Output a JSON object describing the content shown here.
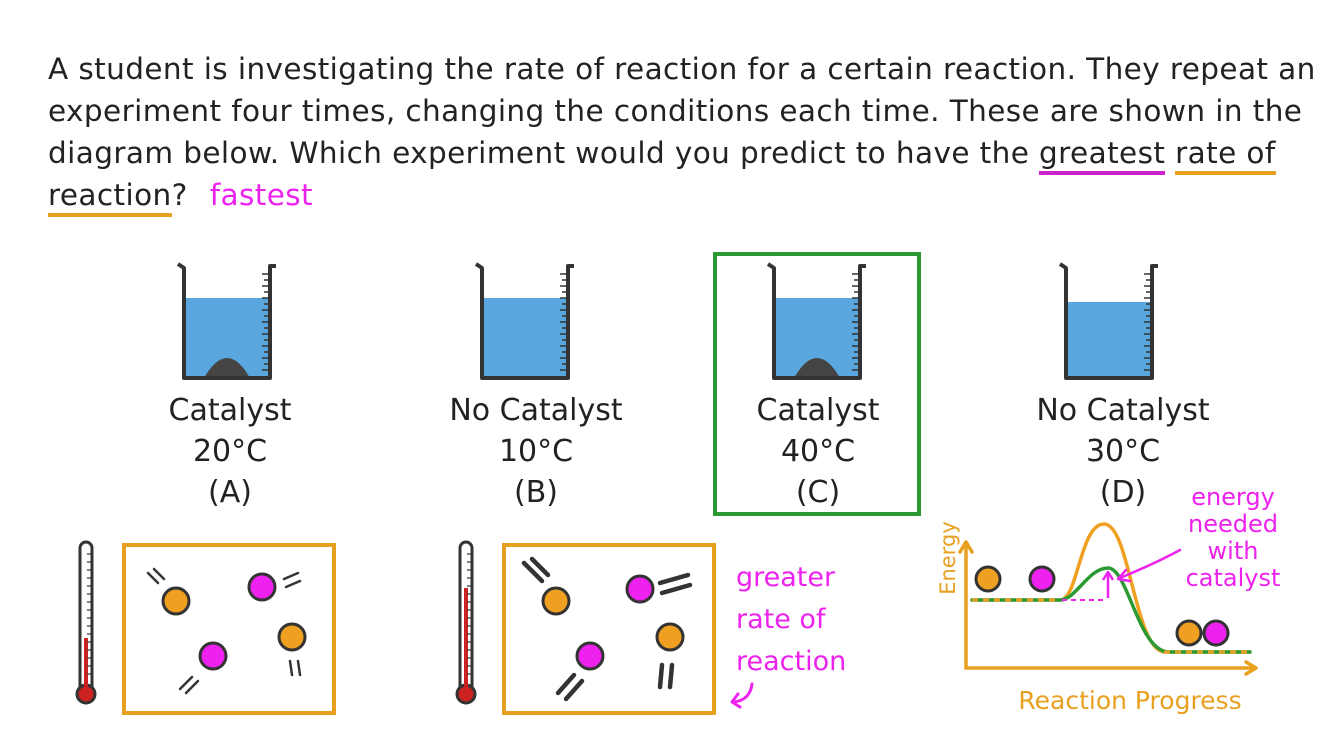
{
  "question": {
    "text_before": "A student is investigating the rate of reaction for a certain reaction. They repeat an experiment four times, changing the conditions each time. These are shown in the diagram below. Which experiment would you predict to have the ",
    "underline_1": "greatest",
    "underline_2": "rate of reaction",
    "text_after": "?",
    "annotation": "fastest"
  },
  "experiments": [
    {
      "line1": "Catalyst",
      "line2": "20°C",
      "line3": "(A)"
    },
    {
      "line1": "No Catalyst",
      "line2": "10°C",
      "line3": "(B)"
    },
    {
      "line1": "Catalyst",
      "line2": "40°C",
      "line3": "(C)"
    },
    {
      "line1": "No Catalyst",
      "line2": "30°C",
      "line3": "(D)"
    }
  ],
  "notes": {
    "greater_rate": [
      "greater",
      "rate of",
      "reaction"
    ],
    "energy_needed": [
      "energy",
      "needed",
      "with",
      "catalyst"
    ]
  },
  "energy_graph": {
    "ylabel": "Energy",
    "xlabel": "Reaction Progress"
  },
  "colors": {
    "water": "#5aa7e0",
    "catalyst": "#444444",
    "orange": "#e8a020",
    "pink": "#ee22ee",
    "green": "#2c9a33",
    "mercury": "#cc2222"
  }
}
